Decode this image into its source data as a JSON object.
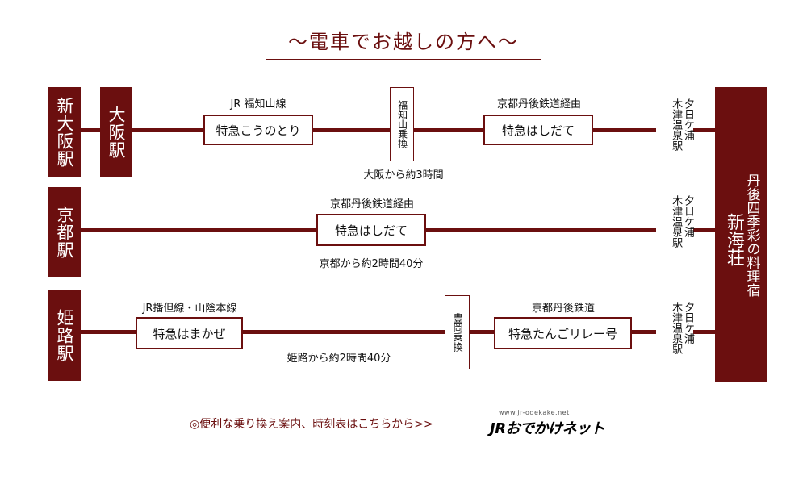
{
  "title": "～電車でお越しの方へ～",
  "stations": {
    "shin_osaka": "新大阪駅",
    "osaka": "大阪駅",
    "kyoto": "京都駅",
    "himeji": "姫路駅"
  },
  "destination_station": "夕日ケ浦\n木津温泉駅",
  "ryokan": {
    "subtitle": "丹後四季彩の料理宿",
    "name": "新海荘"
  },
  "routes": {
    "osaka": {
      "leg1_line": "JR 福知山線",
      "leg1_train": "特急こうのとり",
      "transfer": "福知山乗換",
      "leg2_line": "京都丹後鉄道経由",
      "leg2_train": "特急はしだて",
      "time": "大阪から約3時間"
    },
    "kyoto": {
      "line": "京都丹後鉄道経由",
      "train": "特急はしだて",
      "time": "京都から約2時間40分"
    },
    "himeji": {
      "leg1_line": "JR播但線・山陰本線",
      "leg1_train": "特急はまかぜ",
      "transfer": "豊岡乗換",
      "leg2_line": "京都丹後鉄道",
      "leg2_train": "特急たんごリレー号",
      "time": "姫路から約2時間40分"
    }
  },
  "footer": {
    "link_text": "◎便利な乗り換え案内、時刻表はこちらから>>",
    "logo_url": "www.jr-odekake.net",
    "logo_text": "JRおでかけネット"
  },
  "colors": {
    "accent": "#6b0f0f"
  }
}
